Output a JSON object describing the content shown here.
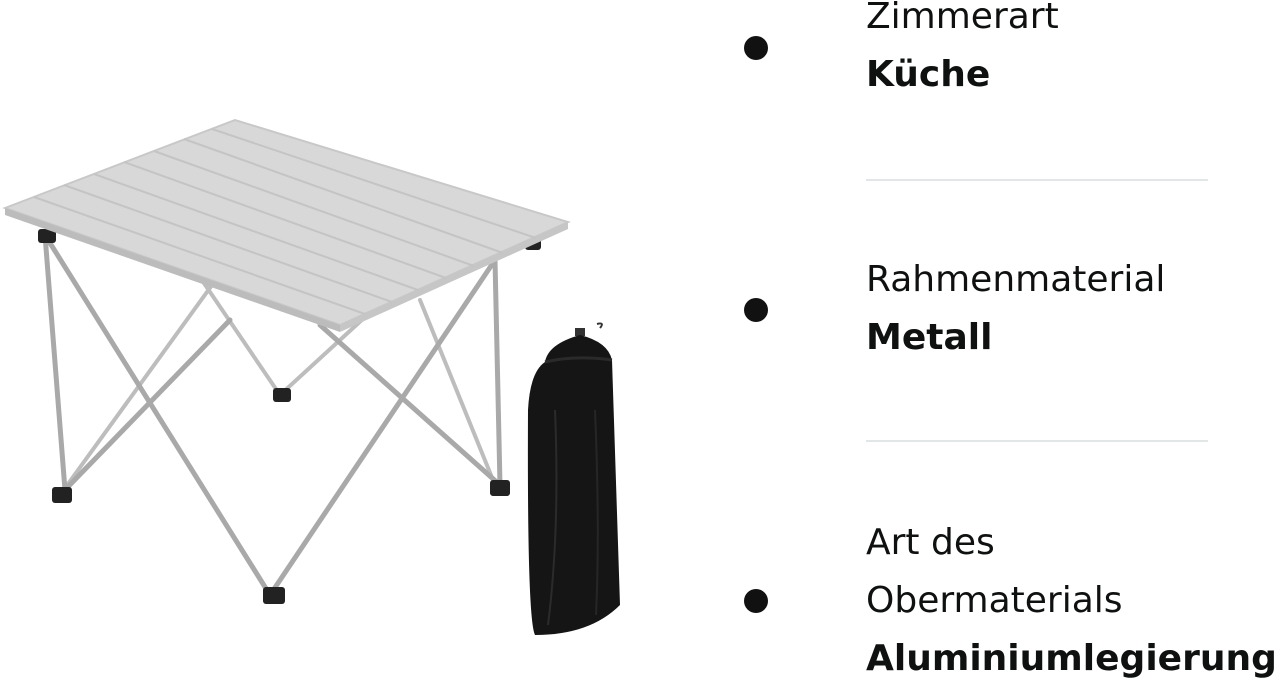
{
  "image": {
    "icon": "folding-table-with-carry-bag-image"
  },
  "attributes": [
    {
      "label": "Zimmerart",
      "value": "Küche"
    },
    {
      "label": "Rahmenmaterial",
      "value": "Metall"
    },
    {
      "label_line1": "Art des",
      "label_line2": "Obermaterials",
      "value": "Aluminiumlegierung"
    }
  ],
  "colors": {
    "text": "#0f1111",
    "bullet": "#111111",
    "divider": "#e3e6e6",
    "table_top": "#d9d9d9",
    "frame": "#b9b9b9",
    "bag": "#141414"
  }
}
